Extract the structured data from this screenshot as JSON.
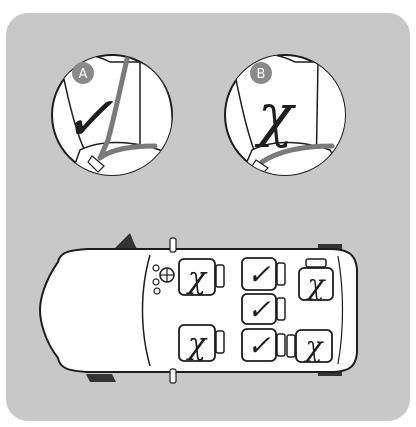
{
  "colors": {
    "panel_background": "#c8c8c8",
    "badge_fill": "#8a8a8a",
    "line": "#1e1e1e",
    "seat_belt": "#7a7a7a",
    "vehicle_body": "#ffffff",
    "arrow": "#333333"
  },
  "callouts": [
    {
      "label": "A",
      "verdict_symbol": "✓",
      "verdict": "correct"
    },
    {
      "label": "B",
      "verdict_symbol": "χ",
      "verdict": "incorrect"
    }
  ],
  "vehicle": {
    "seats": [
      {
        "row": "driver-row",
        "side": "left",
        "symbol": "χ",
        "verdict": "incorrect"
      },
      {
        "row": "driver-row",
        "side": "right",
        "symbol": "χ",
        "verdict": "incorrect"
      },
      {
        "row": "middle-row",
        "side": "left",
        "symbol": "✓",
        "verdict": "correct"
      },
      {
        "row": "middle-row",
        "side": "center",
        "symbol": "✓",
        "verdict": "correct"
      },
      {
        "row": "middle-row",
        "side": "right",
        "symbol": "✓",
        "verdict": "correct"
      },
      {
        "row": "rear-row",
        "side": "left",
        "symbol": "χ",
        "verdict": "incorrect"
      },
      {
        "row": "rear-row",
        "side": "right",
        "symbol": "χ",
        "verdict": "incorrect"
      }
    ]
  }
}
